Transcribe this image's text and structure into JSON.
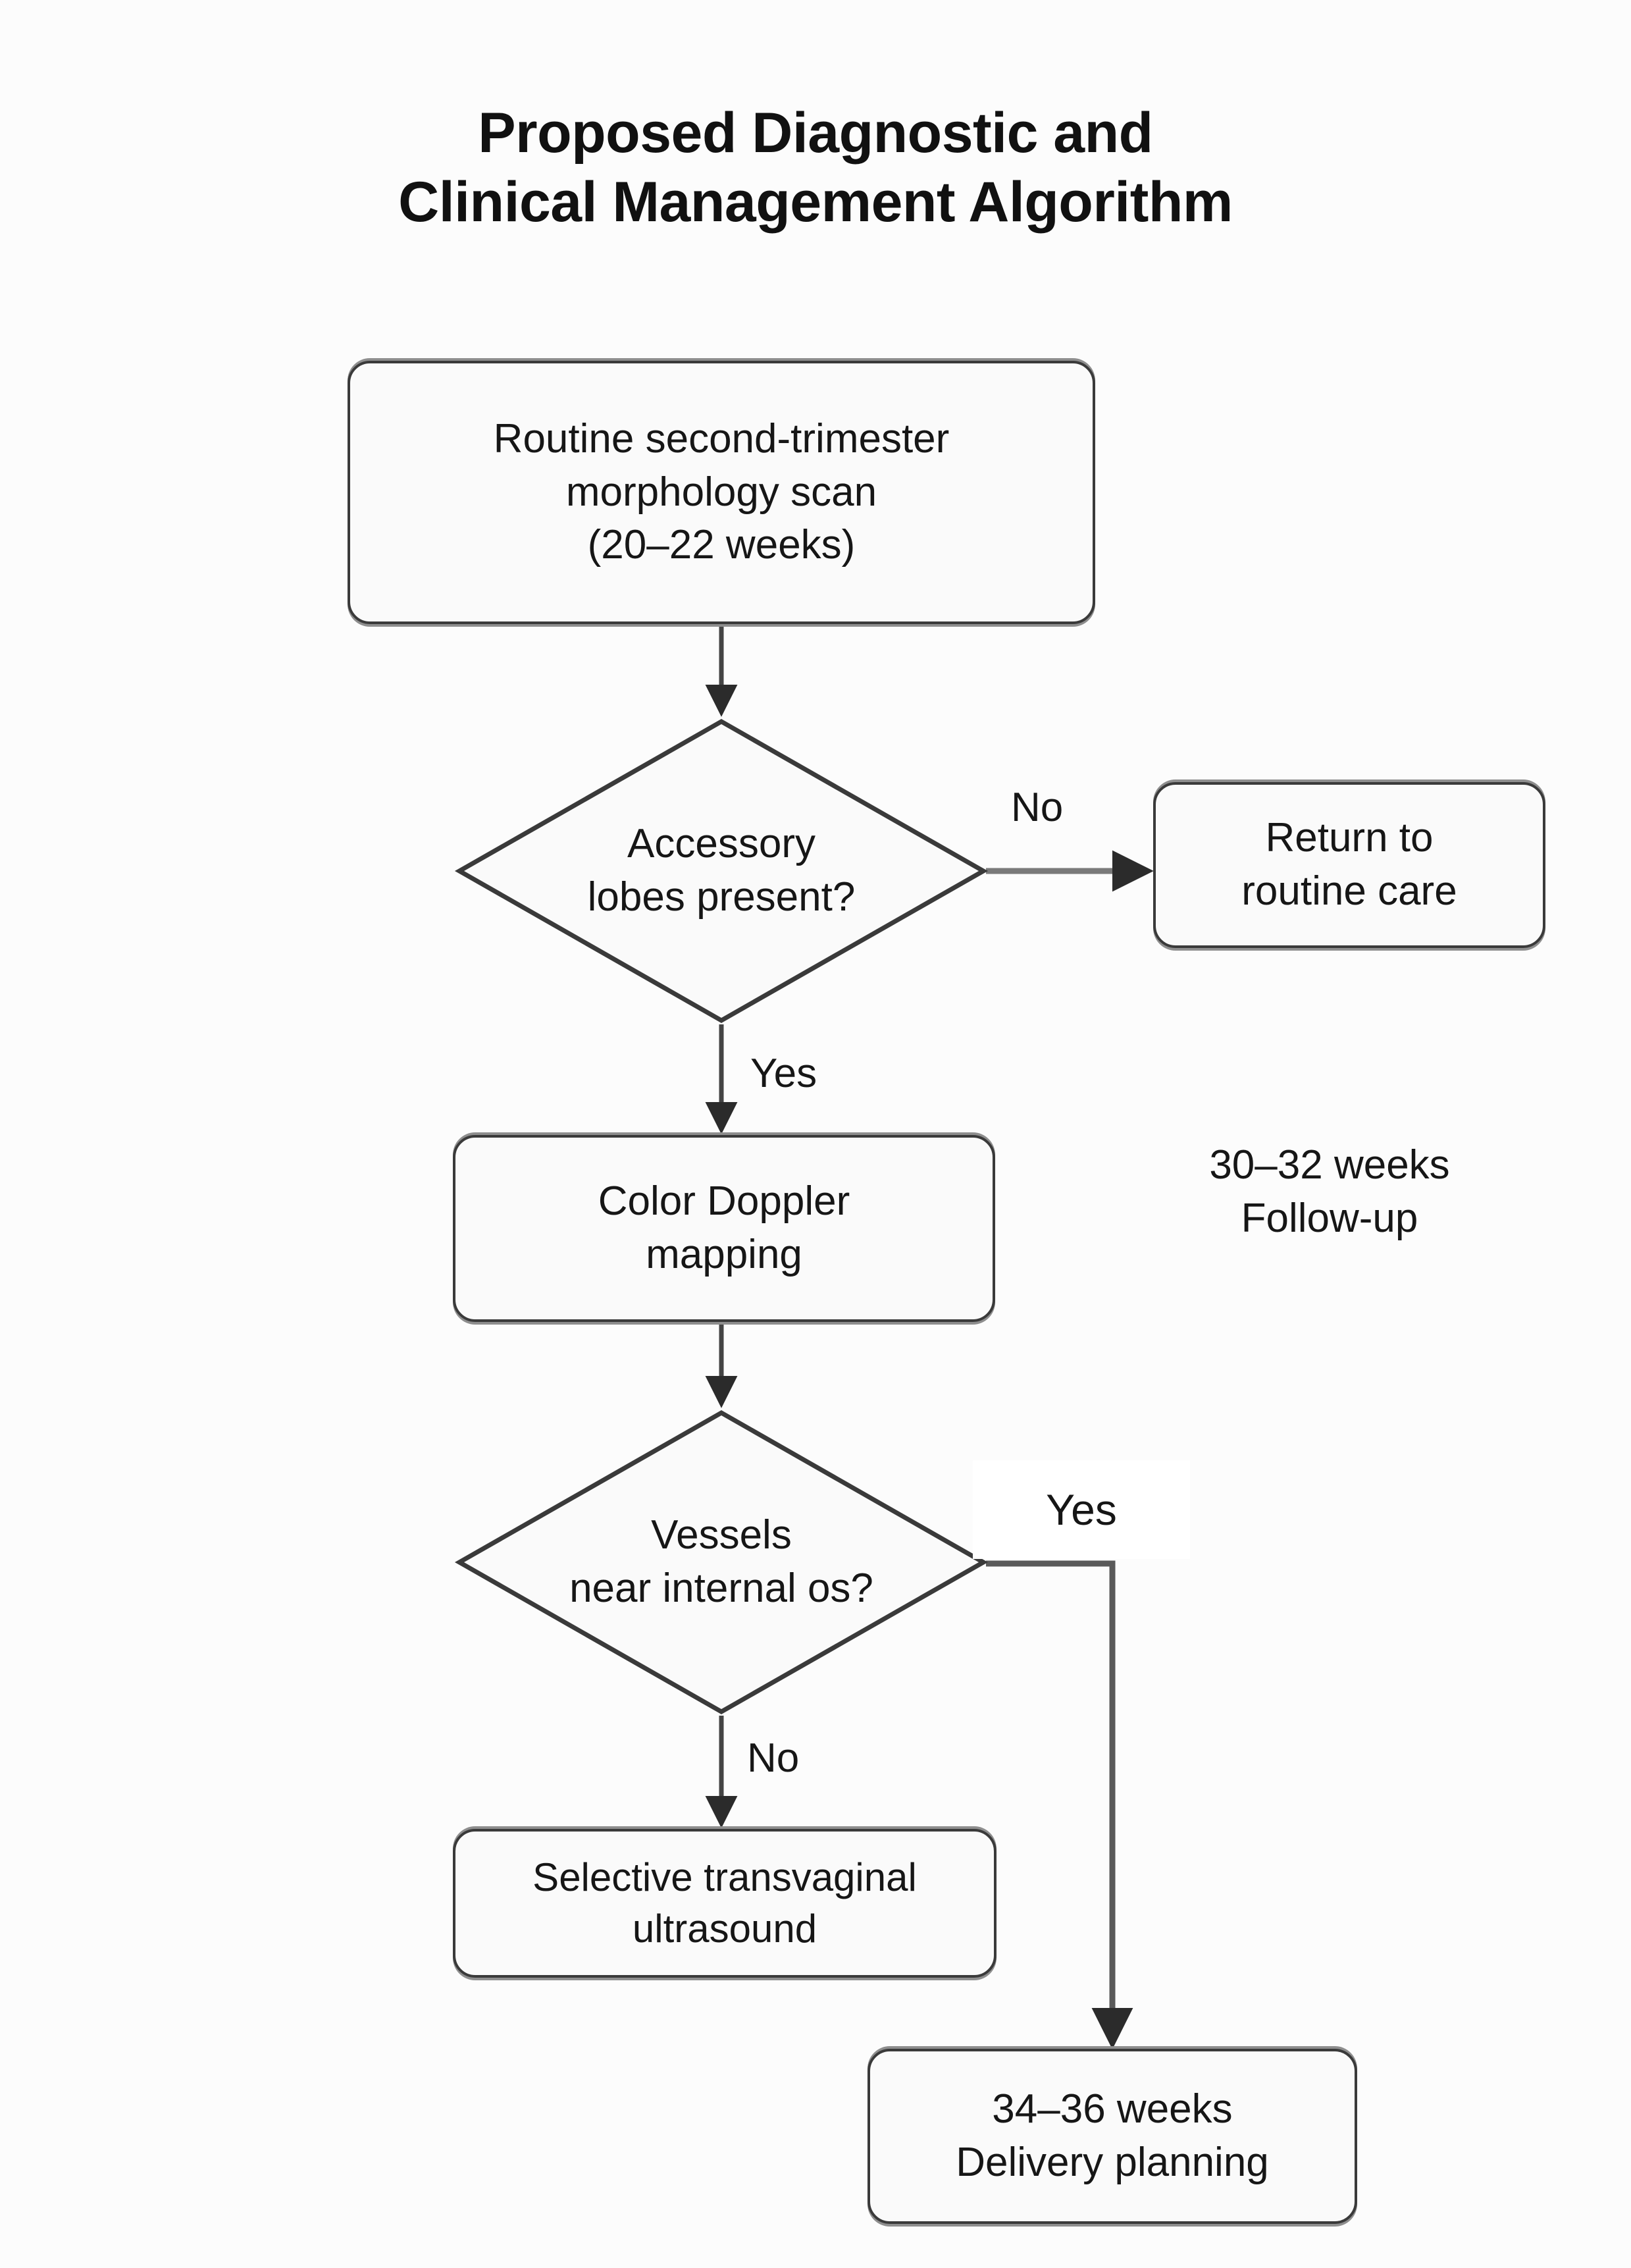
{
  "title": {
    "line1": "Proposed Diagnostic and",
    "line2": "Clinical Management Algorithm"
  },
  "nodes": {
    "scan": {
      "line1": "Routine second-trimester",
      "line2": "morphology scan",
      "line3": "(20–22 weeks)"
    },
    "lobes_decision": {
      "line1": "Accessory",
      "line2": "lobes present?"
    },
    "return_care": {
      "line1": "Return to",
      "line2": "routine care"
    },
    "doppler": {
      "line1": "Color Doppler",
      "line2": "mapping"
    },
    "vessels_decision": {
      "line1": "Vessels",
      "line2": "near internal os?"
    },
    "tvus": {
      "line1": "Selective transvaginal",
      "line2": "ultrasound"
    },
    "delivery": {
      "line1": "34–36 weeks",
      "line2": "Delivery planning"
    }
  },
  "edge_labels": {
    "no_lobes": "No",
    "yes_lobes": "Yes",
    "no_vessels": "No",
    "yes_vessels": "Yes"
  },
  "side_note": {
    "line1": "30–32 weeks",
    "line2": "Follow-up"
  },
  "colors": {
    "background": "#fcfcfc",
    "node_fill": "#fafafa",
    "node_border": "#3a3a3a",
    "node_shadow": "#8e8e8e",
    "connector": "#444444",
    "text": "#161616",
    "title_text": "#111111"
  }
}
